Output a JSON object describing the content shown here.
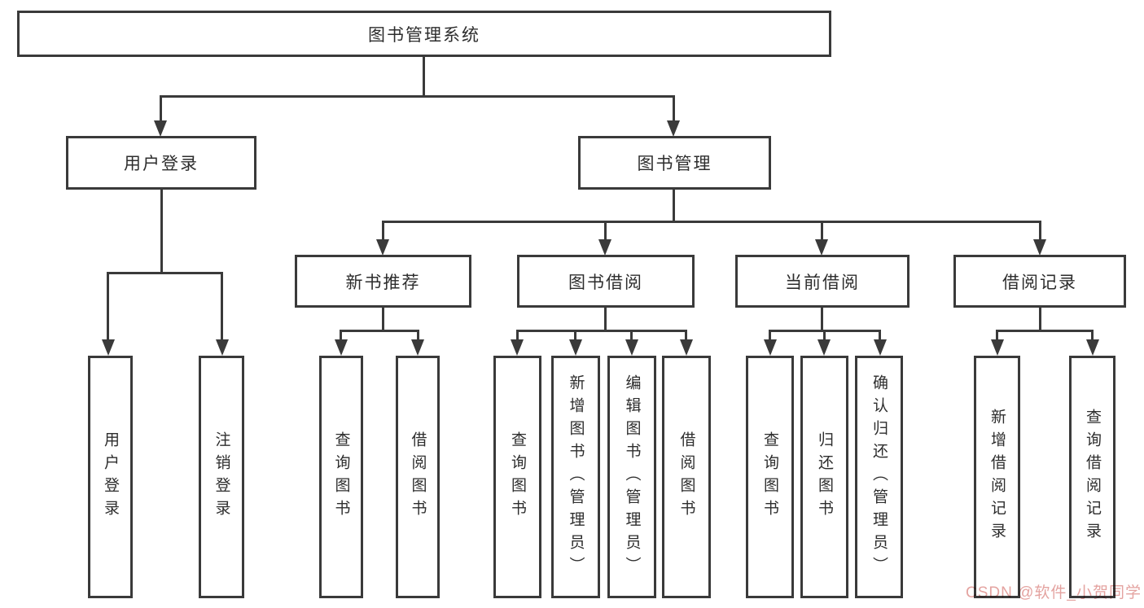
{
  "diagram": {
    "root": {
      "label": "图书管理系统"
    },
    "level1": [
      {
        "label": "用户登录"
      },
      {
        "label": "图书管理"
      }
    ],
    "level2": [
      {
        "label": "新书推荐",
        "parent": "图书管理"
      },
      {
        "label": "图书借阅",
        "parent": "图书管理"
      },
      {
        "label": "当前借阅",
        "parent": "图书管理"
      },
      {
        "label": "借阅记录",
        "parent": "图书管理"
      }
    ],
    "leaves": [
      {
        "label": "用户登录",
        "parent": "用户登录"
      },
      {
        "label": "注销登录",
        "parent": "用户登录"
      },
      {
        "label": "查询图书",
        "parent": "新书推荐"
      },
      {
        "label": "借阅图书",
        "parent": "新书推荐"
      },
      {
        "label": "查询图书",
        "parent": "图书借阅"
      },
      {
        "label": "新增图书（管理员）",
        "parent": "图书借阅"
      },
      {
        "label": "编辑图书（管理员）",
        "parent": "图书借阅"
      },
      {
        "label": "借阅图书",
        "parent": "图书借阅"
      },
      {
        "label": "查询图书",
        "parent": "当前借阅"
      },
      {
        "label": "归还图书",
        "parent": "当前借阅"
      },
      {
        "label": "确认归还（管理员）",
        "parent": "当前借阅"
      },
      {
        "label": "新增借阅记录",
        "parent": "借阅记录"
      },
      {
        "label": "查询借阅记录",
        "parent": "借阅记录"
      }
    ]
  },
  "watermark": {
    "text": "CSDN @软件_小贺同学"
  },
  "colors": {
    "line": "#3a3a3a",
    "text": "#2d2d2d",
    "background": "#ffffff",
    "watermark": "#e4a3a0"
  }
}
